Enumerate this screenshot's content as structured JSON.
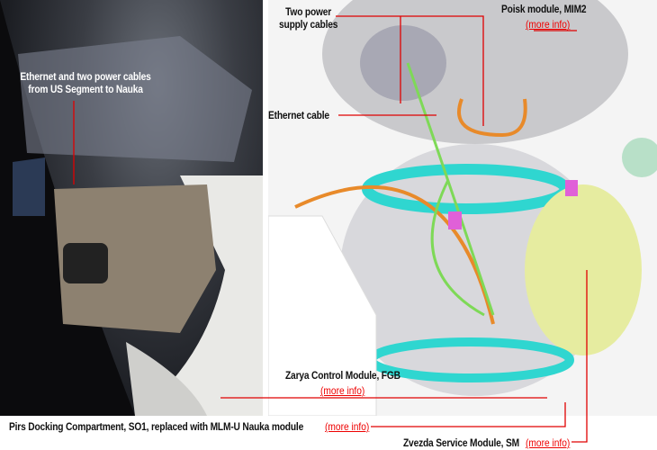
{
  "labels": {
    "ethernet_power_photo": "Ethernet and two power cables",
    "ethernet_power_photo_2": "from US Segment to Nauka",
    "two_power": "Two power",
    "two_power_2": "supply cables",
    "ethernet_cable": "Ethernet cable",
    "poisk": "Poisk module, MIM2",
    "zarya": "Zarya Control Module, FGB",
    "pirs": "Pirs Docking Compartment, SO1, replaced with MLM-U Nauka module",
    "zvezda": "Zvezda Service Module, SM"
  },
  "more_info": "(more info)",
  "colors": {
    "leader": "#e00000",
    "cyan": "#2fd6d0",
    "magenta": "#e060d8",
    "orange": "#e88a2a",
    "green": "#7ed957"
  }
}
